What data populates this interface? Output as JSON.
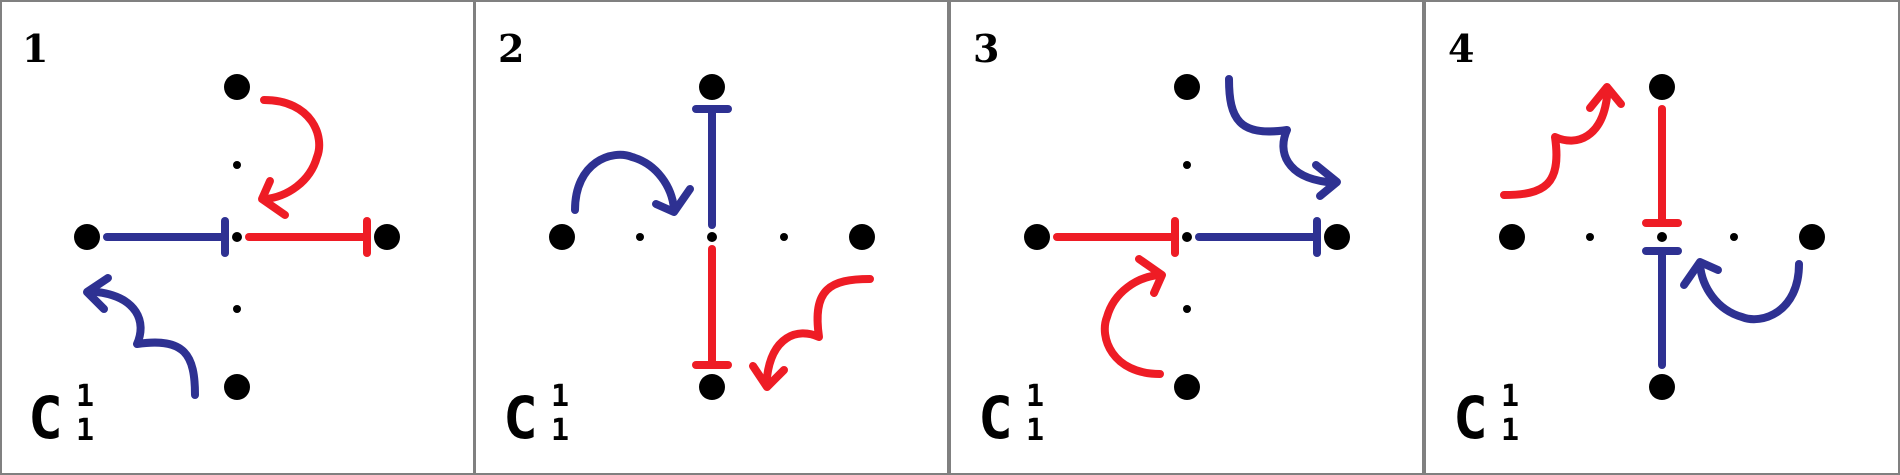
{
  "colors": {
    "red": "#ee1c25",
    "blue": "#2e3192",
    "dot": "#000000",
    "border": "#808080"
  },
  "panels": [
    {
      "number": "1",
      "symbol": "C",
      "superscript": "1",
      "subscript": "1"
    },
    {
      "number": "2",
      "symbol": "C",
      "superscript": "1",
      "subscript": "1"
    },
    {
      "number": "3",
      "symbol": "C",
      "superscript": "1",
      "subscript": "1"
    },
    {
      "number": "4",
      "symbol": "C",
      "superscript": "1",
      "subscript": "1"
    }
  ]
}
